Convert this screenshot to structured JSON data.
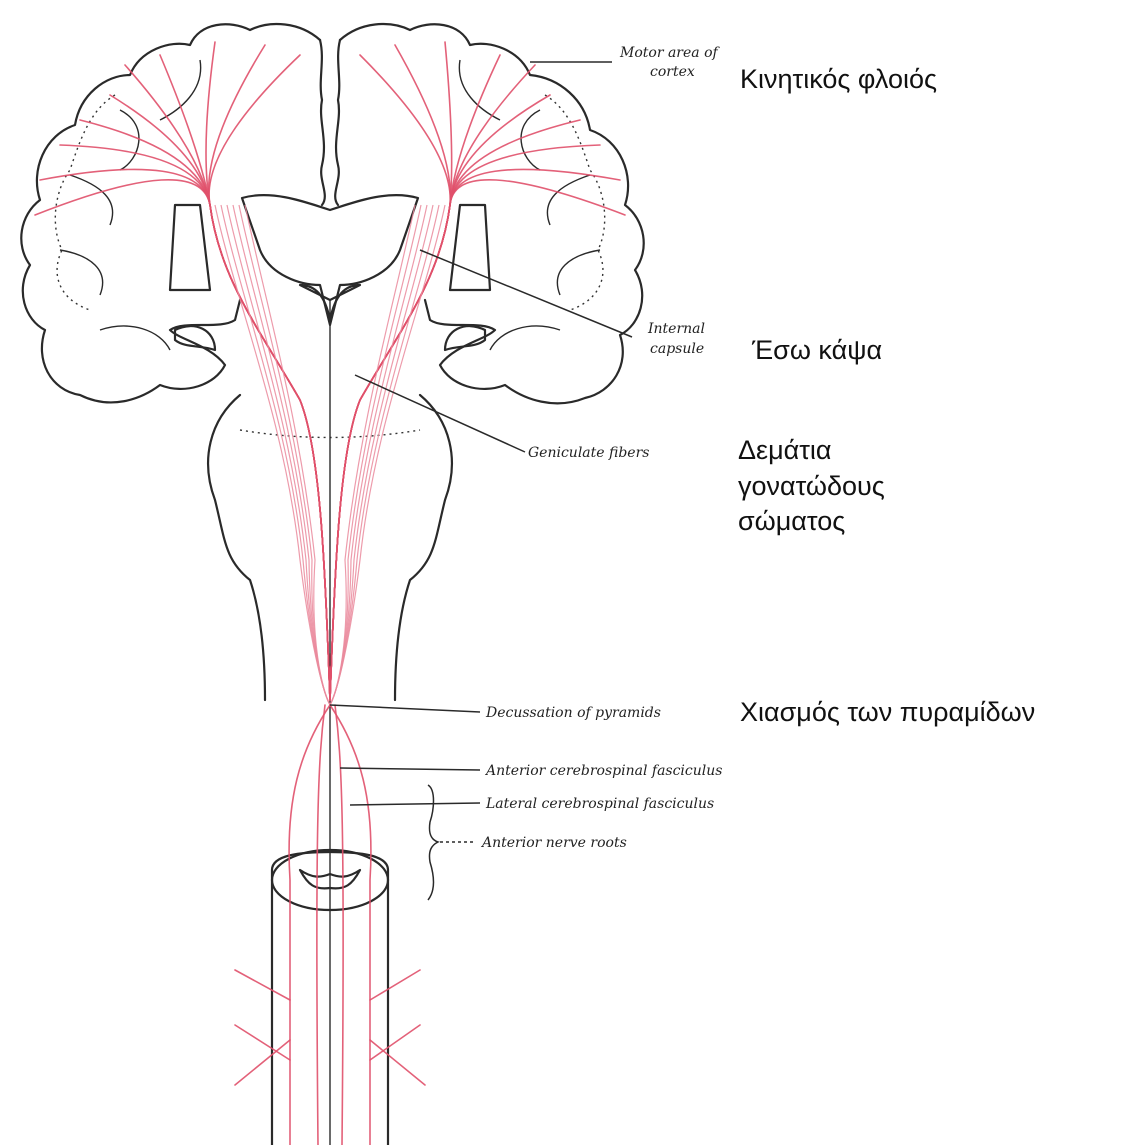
{
  "labels_en": {
    "motor_area_l1": "Motor area of",
    "motor_area_l2": "cortex",
    "internal_capsule_l1": "Internal",
    "internal_capsule_l2": "capsule",
    "geniculate_fibers": "Geniculate fibers",
    "decussation": "Decussation of pyramids",
    "anterior_fasciculus": "Anterior cerebrospinal fasciculus",
    "lateral_fasciculus": "Lateral cerebrospinal fasciculus",
    "anterior_nerve_roots": "Anterior nerve roots"
  },
  "labels_gr": {
    "motor_cortex": "Κινητικός φλοιός",
    "internal_capsule": "Έσω κάψα",
    "geniculate_l1": "Δεμάτια",
    "geniculate_l2": "γονατώδους",
    "geniculate_l3": "σώματος",
    "decussation": "Χιασμός των πυραμίδων"
  },
  "colors": {
    "tract": "#e0506a",
    "ink": "#2a2a2a"
  }
}
